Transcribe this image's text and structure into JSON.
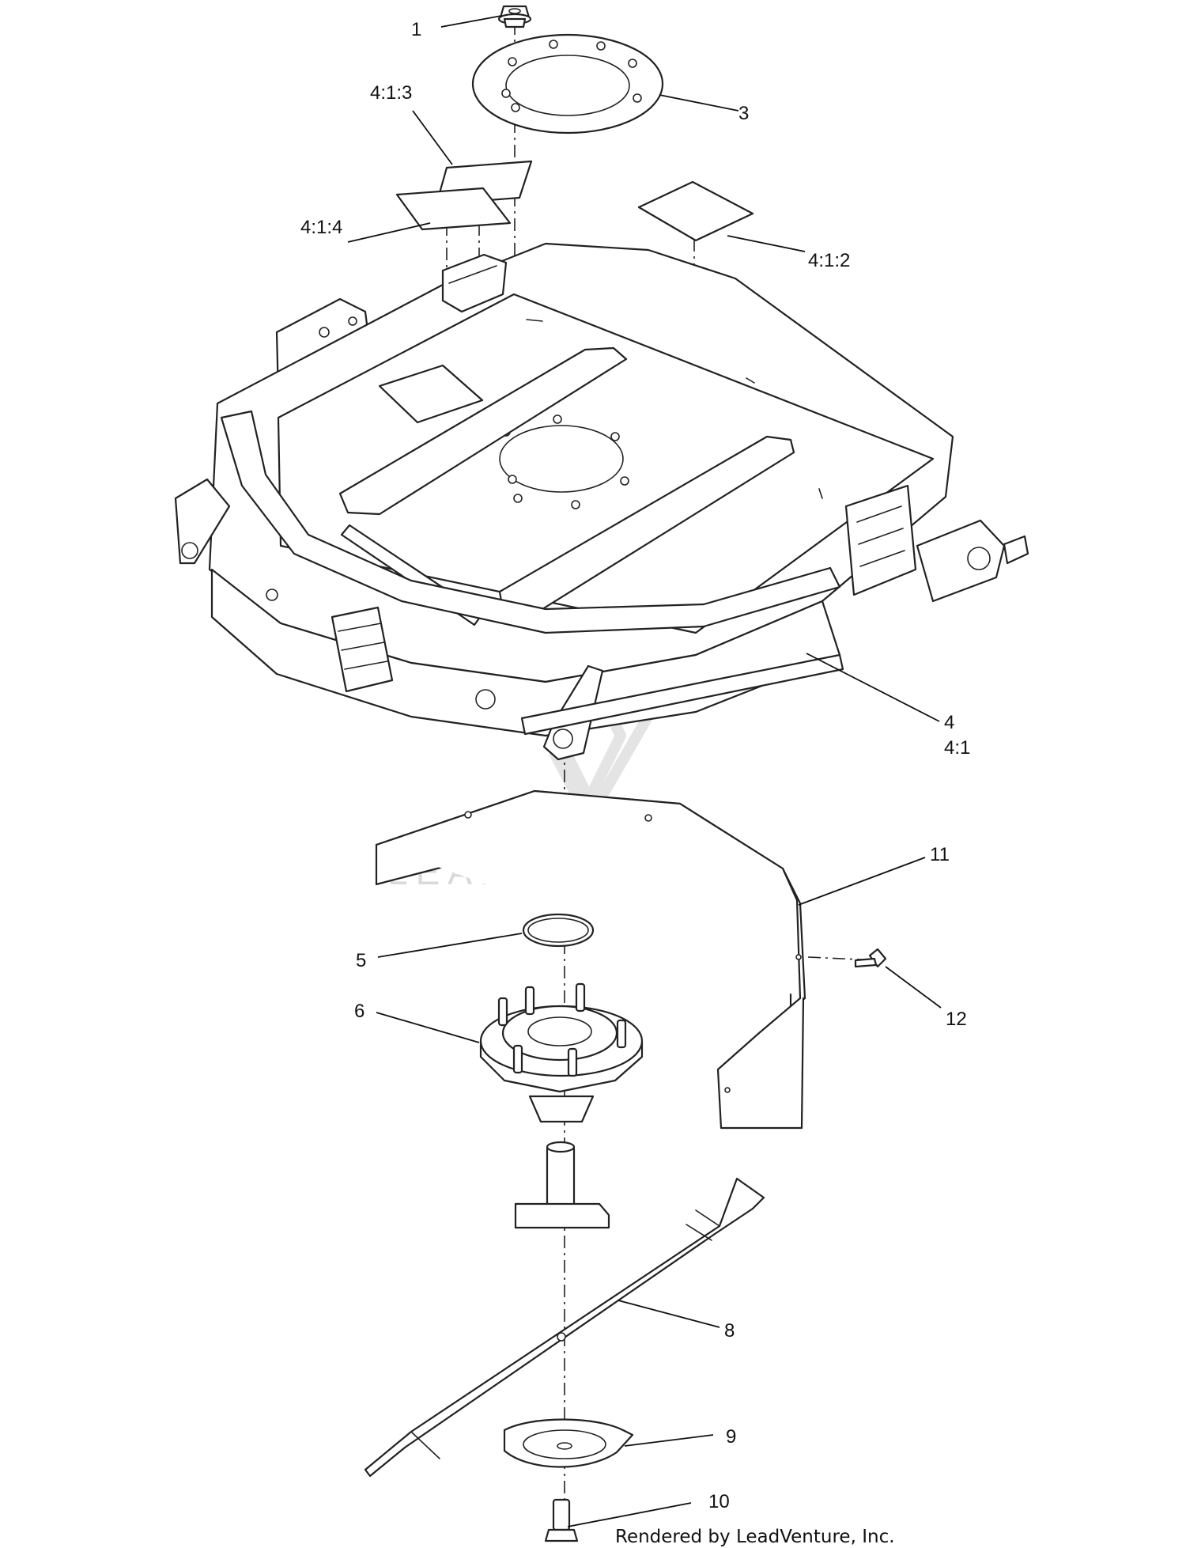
{
  "callouts": [
    {
      "id": "1",
      "text": "1"
    },
    {
      "id": "3",
      "text": "3"
    },
    {
      "id": "4-1-3",
      "text": "4:1:3"
    },
    {
      "id": "4-1-4",
      "text": "4:1:4"
    },
    {
      "id": "4-1-2",
      "text": "4:1:2"
    },
    {
      "id": "4",
      "text": "4"
    },
    {
      "id": "4-1",
      "text": "4:1"
    },
    {
      "id": "11",
      "text": "11"
    },
    {
      "id": "5",
      "text": "5"
    },
    {
      "id": "12",
      "text": "12"
    },
    {
      "id": "6",
      "text": "6"
    },
    {
      "id": "8",
      "text": "8"
    },
    {
      "id": "9",
      "text": "9"
    },
    {
      "id": "10",
      "text": "10"
    }
  ],
  "watermark": {
    "text": "LEADVENTURE"
  },
  "credit": {
    "text": "Rendered by LeadVenture, Inc."
  }
}
